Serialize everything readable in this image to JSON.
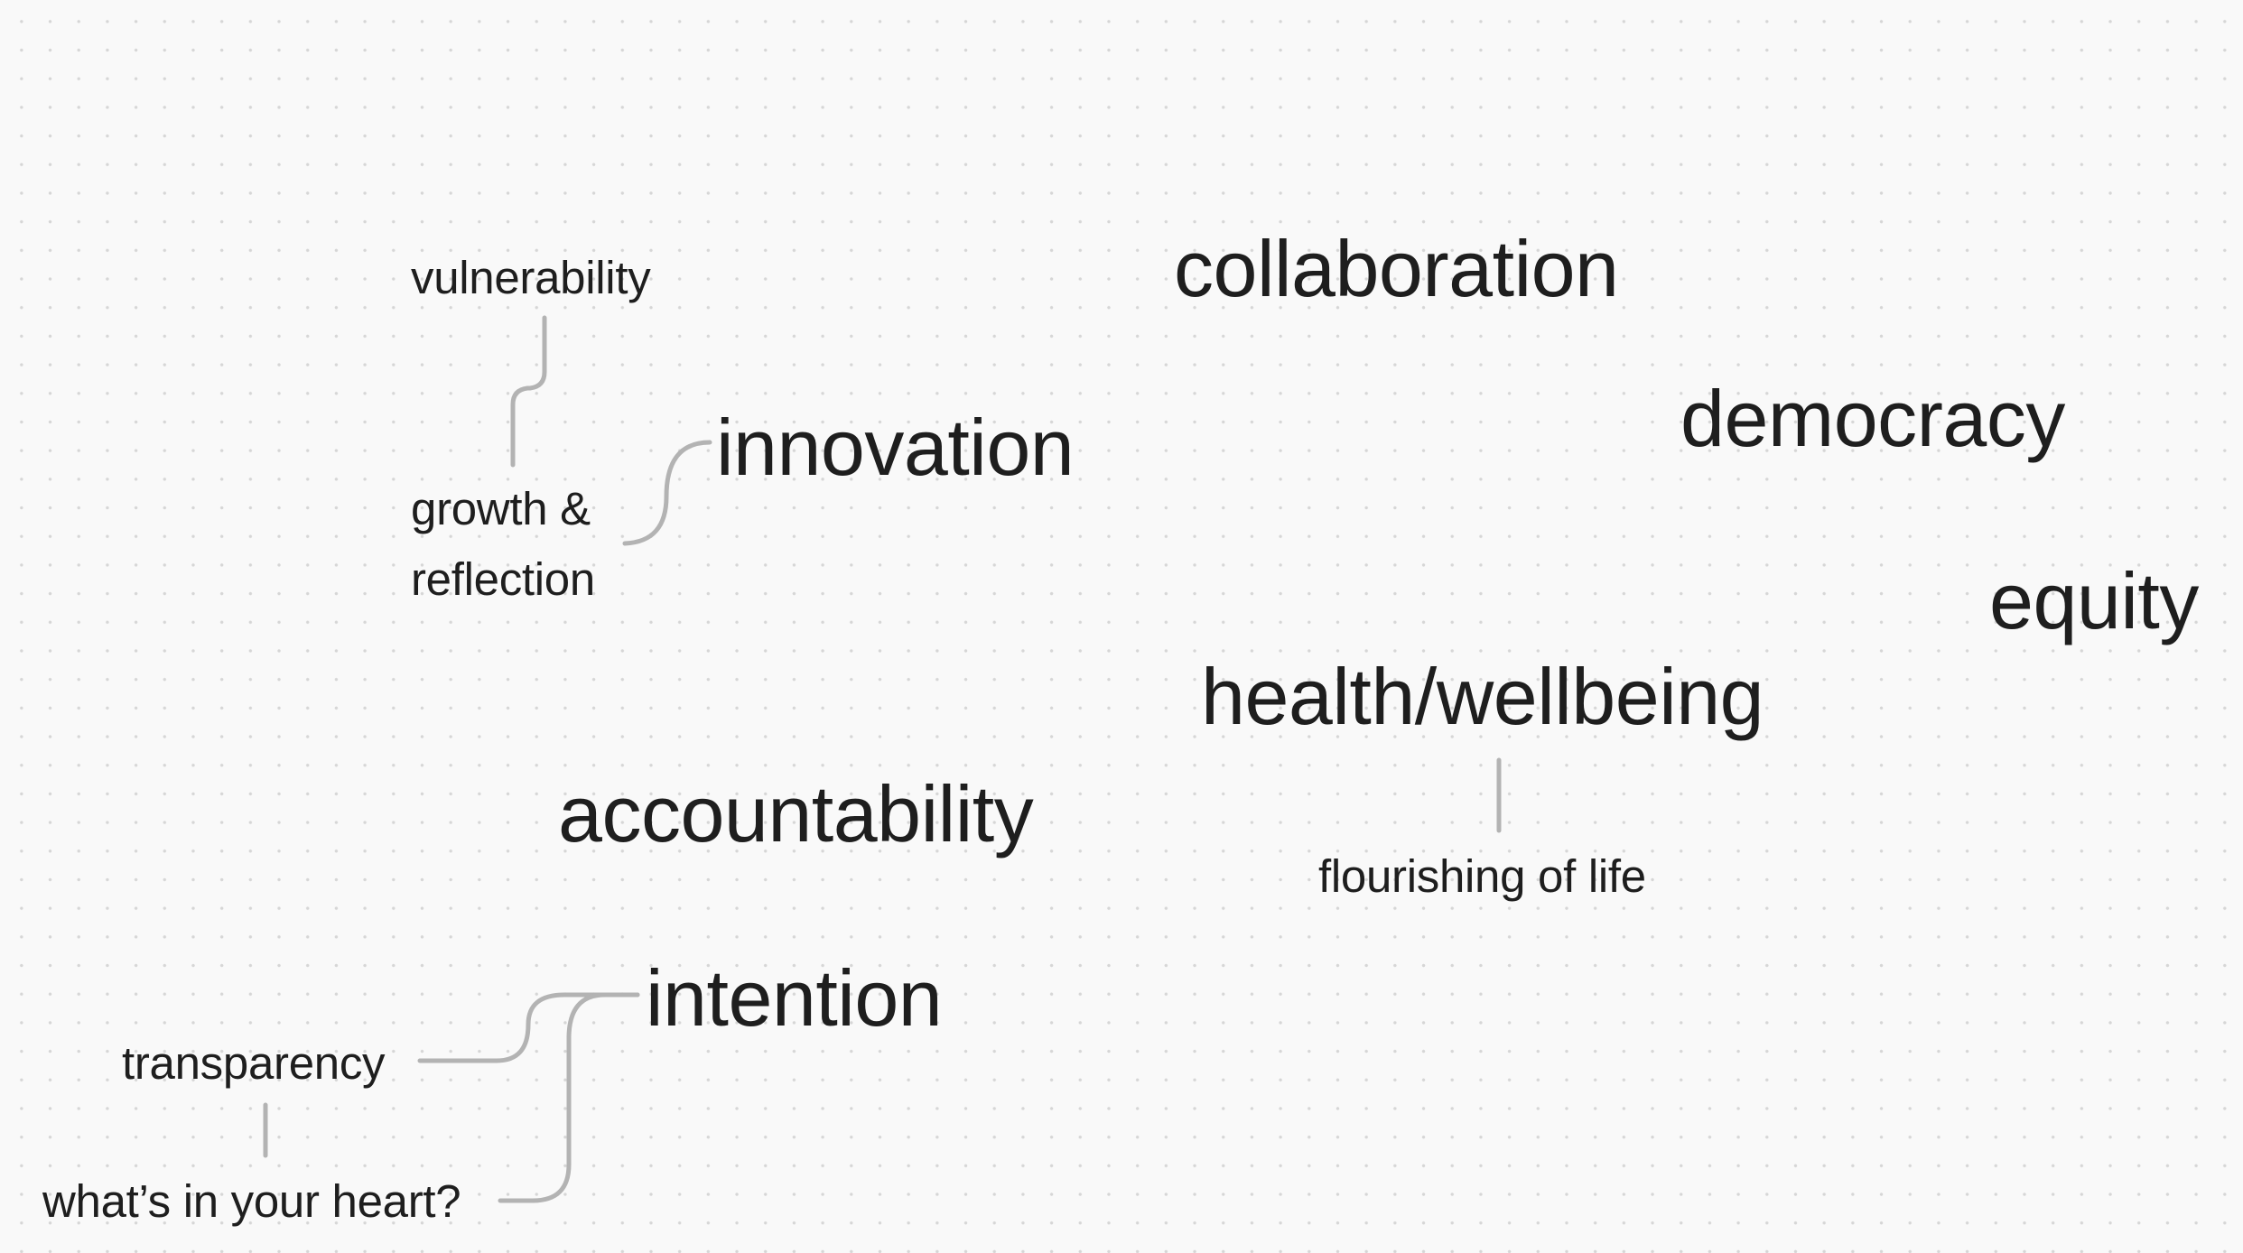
{
  "terms": {
    "collaboration": "collaboration",
    "democracy": "democracy",
    "equity": "equity",
    "innovation": "innovation",
    "health_wellbeing": "health/wellbeing",
    "accountability": "accountability",
    "intention": "intention"
  },
  "sub_terms": {
    "vulnerability": "vulnerability",
    "growth_line1": "growth &",
    "growth_line2": "reflection",
    "flourishing": "flourishing of life",
    "transparency": "transparency",
    "heart": "what’s in your heart?"
  },
  "connections": [
    [
      "vulnerability",
      "growth & reflection"
    ],
    [
      "growth & reflection",
      "innovation"
    ],
    [
      "health/wellbeing",
      "flourishing of life"
    ],
    [
      "transparency",
      "intention"
    ],
    [
      "transparency",
      "what’s in your heart?"
    ],
    [
      "what’s in your heart?",
      "intention"
    ]
  ],
  "colors": {
    "text": "#1e1e1e",
    "connector": "#b3b3b3",
    "background": "#f9f9f9",
    "grid_dot": "#d6d6d6"
  }
}
